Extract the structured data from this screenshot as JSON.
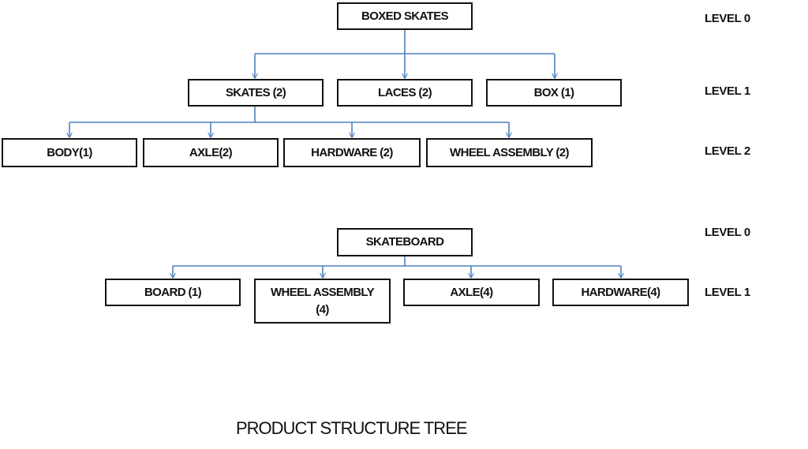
{
  "tree1": {
    "root": "BOXED SKATES",
    "level1": [
      "SKATES (2)",
      "LACES (2)",
      "BOX (1)"
    ],
    "level2": [
      "BODY(1)",
      "AXLE(2)",
      "HARDWARE (2)",
      "WHEEL ASSEMBLY (2)"
    ]
  },
  "tree2": {
    "root": "SKATEBOARD",
    "level1": [
      "BOARD (1)",
      "WHEEL ASSEMBLY (4)",
      "AXLE(4)",
      "HARDWARE(4)"
    ]
  },
  "levels": {
    "t1_l0": "LEVEL 0",
    "t1_l1": "LEVEL 1",
    "t1_l2": "LEVEL 2",
    "t2_l0": "LEVEL 0",
    "t2_l1": "LEVEL 1"
  },
  "caption": "PRODUCT STRUCTURE TREE",
  "colors": {
    "connector": "#4f81bd",
    "box_border": "#111111"
  }
}
